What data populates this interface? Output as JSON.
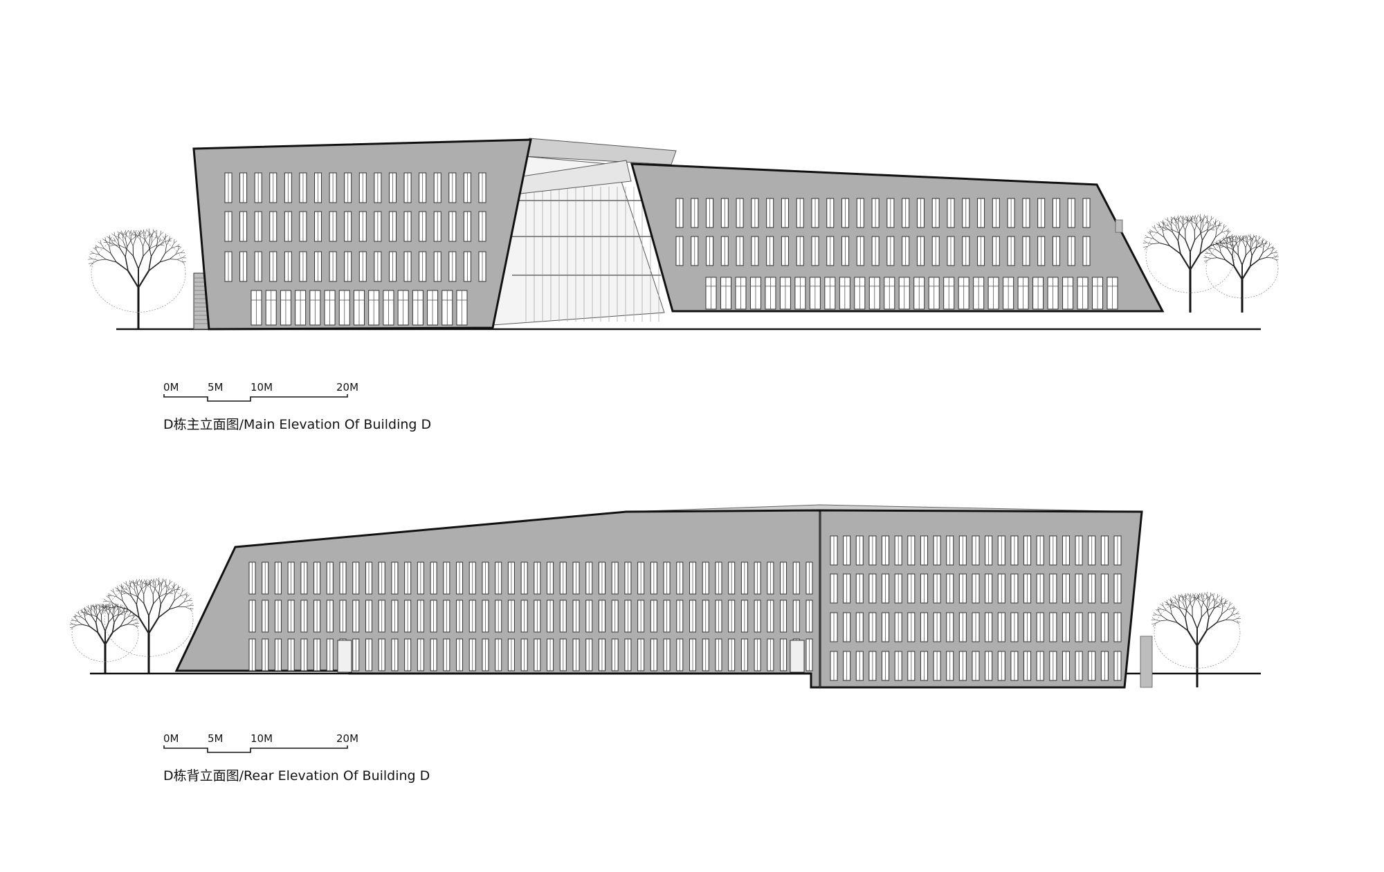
{
  "colors": {
    "wall": "#aeaeae",
    "wall_light": "#cfcfcf",
    "wall_dark": "#c2c2c2",
    "outline": "#111111",
    "window_fill": "#ffffff",
    "glazing": "#f4f4f4",
    "ground": "#111111"
  },
  "main_elevation": {
    "caption": "D栋主立面图/Main Elevation Of Building D",
    "scale_labels": [
      "0M",
      "5M",
      "10M",
      "20M"
    ]
  },
  "rear_elevation": {
    "caption": "D栋背立面图/Rear Elevation Of Building D",
    "scale_labels": [
      "0M",
      "5M",
      "10M",
      "20M"
    ]
  },
  "icons": [
    "tree-icon",
    "scale-bar-icon"
  ]
}
